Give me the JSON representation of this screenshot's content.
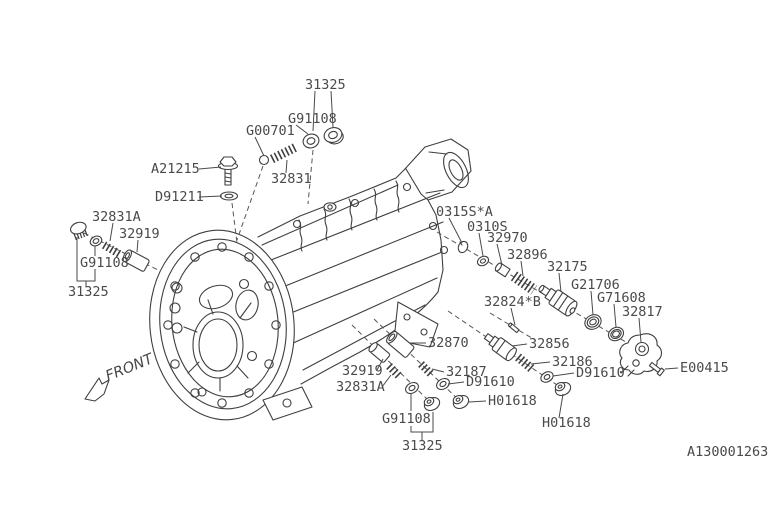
{
  "diagram": {
    "code": "A130001263",
    "front_label": "FRONT",
    "line_color": "#3f3f3f",
    "text_color": "#4a4a4a",
    "background": "#ffffff"
  },
  "labels": [
    {
      "name": "plug-31325-top",
      "text": "31325"
    },
    {
      "name": "gasket-g91108-top",
      "text": "G91108"
    },
    {
      "name": "ball-g00701",
      "text": "G00701"
    },
    {
      "name": "spring-32831",
      "text": "32831"
    },
    {
      "name": "bolt-a21215",
      "text": "A21215"
    },
    {
      "name": "washer-d91211",
      "text": "D91211"
    },
    {
      "name": "spring-32831a-left",
      "text": "32831A"
    },
    {
      "name": "plunger-32919-left",
      "text": "32919"
    },
    {
      "name": "gasket-g91108-left",
      "text": "G91108"
    },
    {
      "name": "plug-31325-left",
      "text": "31325"
    },
    {
      "name": "clip-0315s-a",
      "text": "0315S*A"
    },
    {
      "name": "washer-0310s",
      "text": "0310S"
    },
    {
      "name": "nut-32970",
      "text": "32970"
    },
    {
      "name": "spring-32896",
      "text": "32896"
    },
    {
      "name": "switch-32175",
      "text": "32175"
    },
    {
      "name": "gasket-g21706",
      "text": "G21706"
    },
    {
      "name": "gasket-g71608",
      "text": "G71608"
    },
    {
      "name": "bracket-32817",
      "text": "32817"
    },
    {
      "name": "pin-32824-b",
      "text": "32824*B"
    },
    {
      "name": "screw-e00415",
      "text": "E00415"
    },
    {
      "name": "plunger-32870",
      "text": "32870"
    },
    {
      "name": "switch-32856",
      "text": "32856"
    },
    {
      "name": "plunger-32919-bottom",
      "text": "32919"
    },
    {
      "name": "spring-32831a-bottom",
      "text": "32831A"
    },
    {
      "name": "spring-32187",
      "text": "32187"
    },
    {
      "name": "washer-d91610-center",
      "text": "D91610"
    },
    {
      "name": "plug-h01618-center",
      "text": "H01618"
    },
    {
      "name": "gasket-g91108-bottom",
      "text": "G91108"
    },
    {
      "name": "plug-31325-bottom",
      "text": "31325"
    },
    {
      "name": "spring-32186",
      "text": "32186"
    },
    {
      "name": "washer-d91610-right",
      "text": "D91610"
    },
    {
      "name": "plug-h01618-right",
      "text": "H01618"
    }
  ]
}
